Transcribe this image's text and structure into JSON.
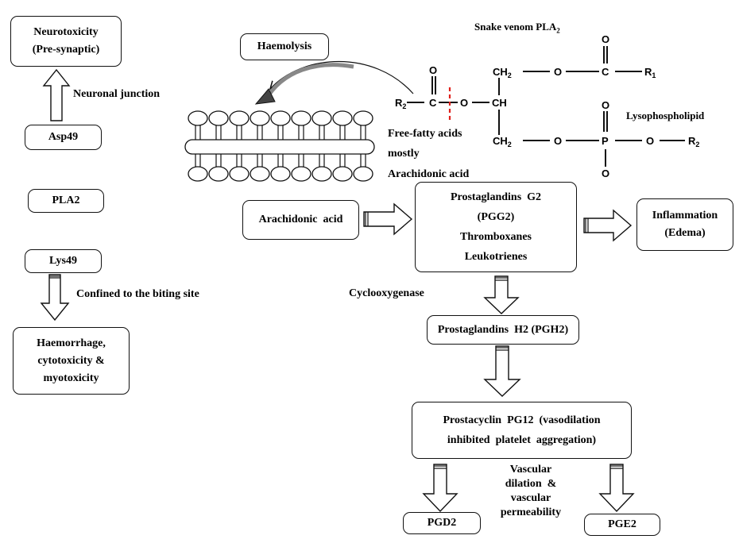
{
  "left_column": {
    "neurotoxicity_line1": "Neurotoxicity",
    "neurotoxicity_line2": "(Pre-synaptic)",
    "neuronal_junction": "Neuronal junction",
    "asp49": "Asp49",
    "pla2": "PLA2",
    "lys49": "Lys49",
    "confined": "Confined to the biting site",
    "haemorrhage_line1": "Haemorrhage,",
    "haemorrhage_line2": "cytotoxicity &",
    "haemorrhage_line3": "myotoxicity"
  },
  "membrane": {
    "haemolysis": "Haemolysis"
  },
  "chemistry": {
    "snake_venom": "Snake venom PLA",
    "snake_venom_sub": "2",
    "free_fatty_line1": "Free-fatty acids",
    "free_fatty_line2": "mostly",
    "free_fatty_line3": "Arachidonic acid",
    "lysophospholipid": "Lysophospholipid",
    "atoms": {
      "o": "O",
      "c": "C",
      "p": "P",
      "ch": "CH",
      "ch2": "CH",
      "sub2": "2",
      "r": "R",
      "sub1": "1"
    }
  },
  "cascade": {
    "arachidonic": "Arachidonic  acid",
    "pg_line1": "Prostaglandins  G2",
    "pg_line2": "(PGG2)",
    "pg_line3": "Thromboxanes",
    "pg_line4": "Leukotrienes",
    "inflammation_line1": "Inflammation",
    "inflammation_line2": "(Edema)",
    "cyclooxygenase": "Cyclooxygenase",
    "pgh2": "Prostaglandins  H2 (PGH2)",
    "prostacyclin_line1": "Prostacyclin  PG12  (vasodilation",
    "prostacyclin_line2": "inhibited  platelet  aggregation)",
    "vascular_line1": "Vascular",
    "vascular_line2": "dilation  &",
    "vascular_line3": "vascular",
    "vascular_line4": "permeability",
    "pgd2": "PGD2",
    "pge2": "PGE2"
  }
}
